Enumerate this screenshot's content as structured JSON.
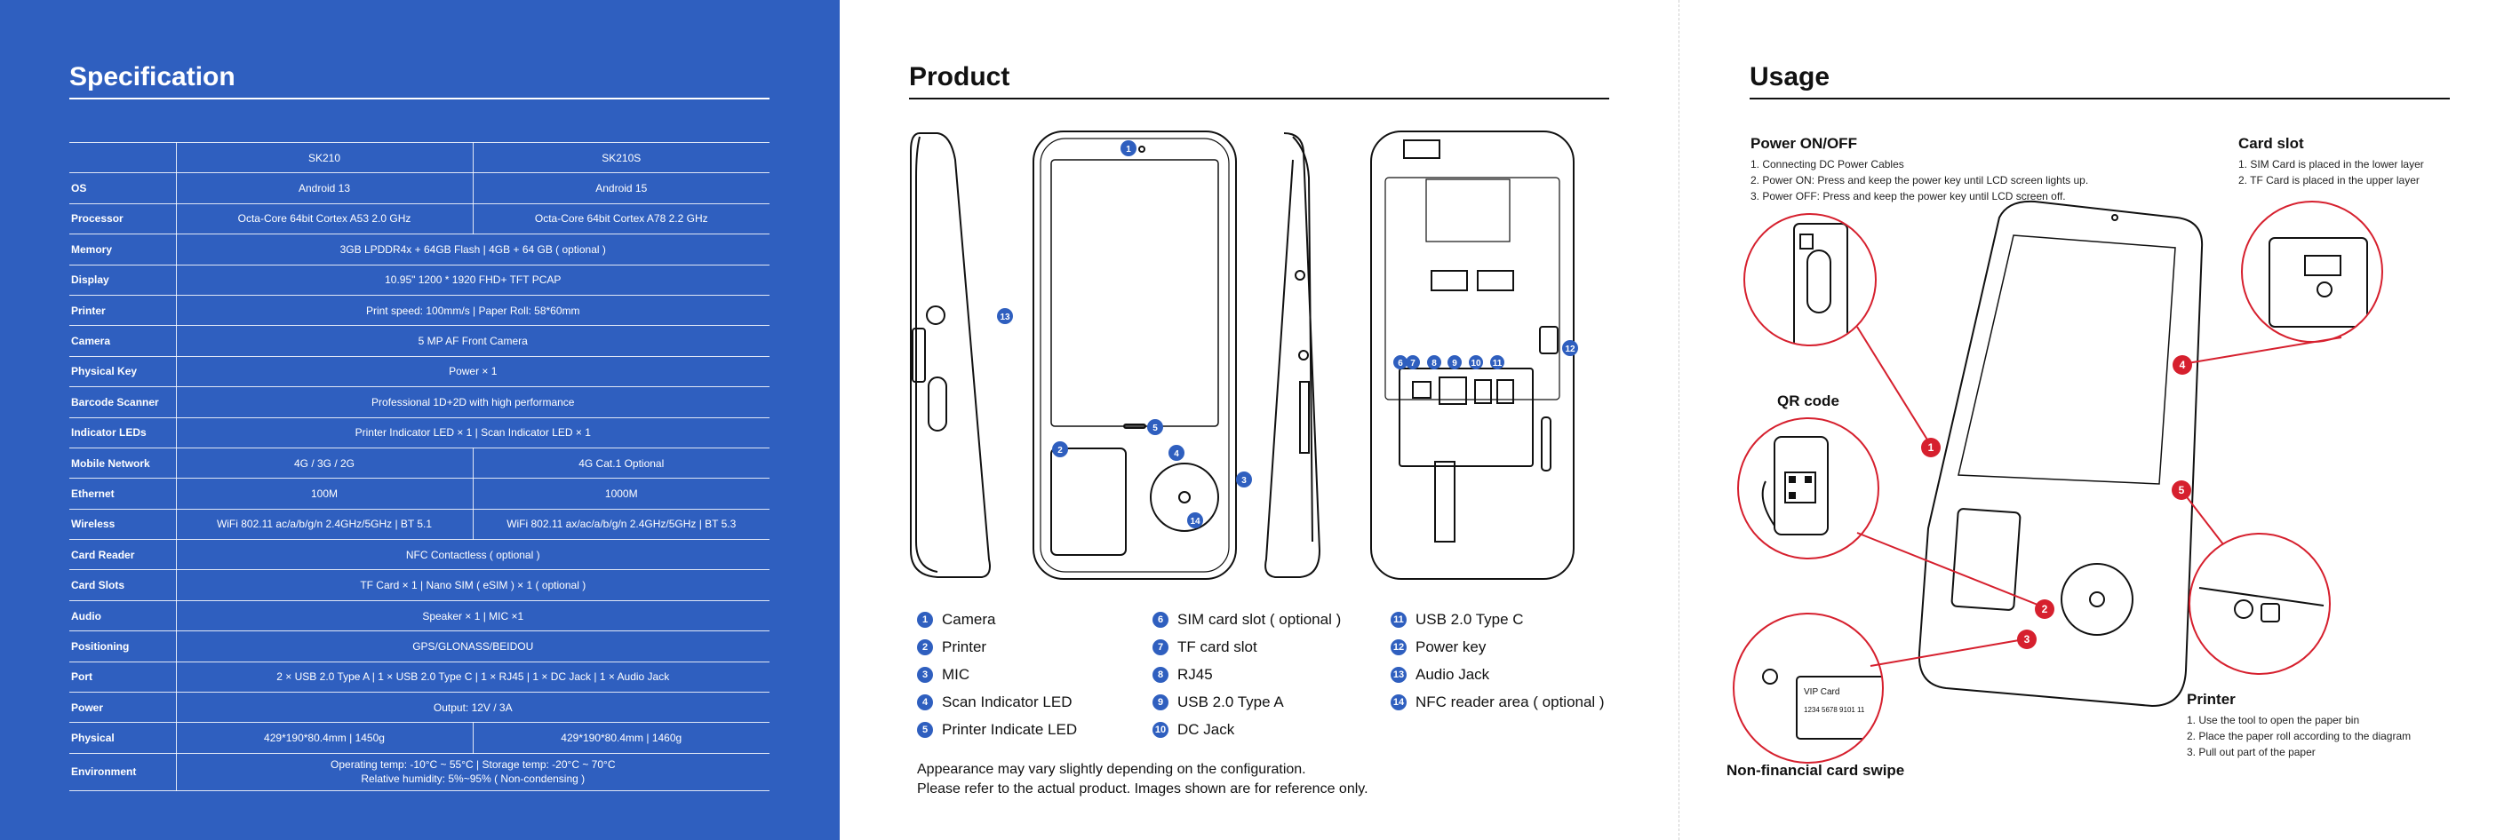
{
  "spec": {
    "title": "Specification",
    "models": [
      "SK210",
      "SK210S"
    ],
    "rows": [
      {
        "label": "OS",
        "a": "Android 13",
        "b": "Android 15"
      },
      {
        "label": "Processor",
        "a": "Octa-Core 64bit Cortex A53 2.0 GHz",
        "b": "Octa-Core 64bit Cortex A78 2.2 GHz"
      },
      {
        "label": "Memory",
        "v": "3GB LPDDR4x + 64GB Flash   |   4GB + 64 GB ( optional )"
      },
      {
        "label": "Display",
        "v": "10.95\" 1200 * 1920 FHD+ TFT PCAP"
      },
      {
        "label": "Printer",
        "v": "Print speed: 100mm/s   |   Paper Roll: 58*60mm"
      },
      {
        "label": "Camera",
        "v": "5 MP AF Front Camera"
      },
      {
        "label": "Physical Key",
        "v": "Power × 1"
      },
      {
        "label": "Barcode Scanner",
        "v": "Professional 1D+2D with high performance"
      },
      {
        "label": "Indicator LEDs",
        "v": "Printer Indicator LED × 1   |   Scan Indicator LED × 1"
      },
      {
        "label": "Mobile Network",
        "a": "4G / 3G / 2G",
        "b": "4G Cat.1 Optional"
      },
      {
        "label": "Ethernet",
        "a": "100M",
        "b": "1000M"
      },
      {
        "label": "Wireless",
        "a": "WiFi 802.11 ac/a/b/g/n 2.4GHz/5GHz   |   BT 5.1",
        "b": "WiFi 802.11 ax/ac/a/b/g/n 2.4GHz/5GHz   |   BT 5.3"
      },
      {
        "label": "Card Reader",
        "v": "NFC Contactless ( optional )"
      },
      {
        "label": "Card Slots",
        "v": "TF Card × 1   |   Nano SIM ( eSIM ) × 1 ( optional )"
      },
      {
        "label": "Audio",
        "v": "Speaker × 1   |   MIC ×1"
      },
      {
        "label": "Positioning",
        "v": "GPS/GLONASS/BEIDOU"
      },
      {
        "label": "Port",
        "v": "2 × USB 2.0 Type A   |   1 × USB 2.0 Type C   |   1 × RJ45   |   1 × DC Jack   |   1 × Audio Jack"
      },
      {
        "label": "Power",
        "v": "Output: 12V / 3A"
      },
      {
        "label": "Physical",
        "a": "429*190*80.4mm   |   1450g",
        "b": "429*190*80.4mm   |   1460g"
      },
      {
        "label": "Environment",
        "v": "Operating temp: -10°C ~ 55°C   |   Storage temp: -20°C ~ 70°C",
        "v2": "Relative humidity: 5%~95% ( Non-condensing )"
      }
    ]
  },
  "product": {
    "title": "Product",
    "legend": [
      {
        "n": "1",
        "label": "Camera"
      },
      {
        "n": "2",
        "label": "Printer"
      },
      {
        "n": "3",
        "label": "MIC"
      },
      {
        "n": "4",
        "label": "Scan Indicator LED"
      },
      {
        "n": "5",
        "label": "Printer Indicate LED"
      },
      {
        "n": "6",
        "label": "SIM card slot ( optional )"
      },
      {
        "n": "7",
        "label": "TF card slot"
      },
      {
        "n": "8",
        "label": "RJ45"
      },
      {
        "n": "9",
        "label": "USB 2.0 Type A"
      },
      {
        "n": "10",
        "label": "DC Jack"
      },
      {
        "n": "11",
        "label": "USB 2.0 Type C"
      },
      {
        "n": "12",
        "label": "Power key"
      },
      {
        "n": "13",
        "label": "Audio Jack"
      },
      {
        "n": "14",
        "label": "NFC reader area ( optional )"
      }
    ],
    "disclaimer_1": "Appearance may vary slightly depending on the configuration.",
    "disclaimer_2": "Please refer to the actual product. Images shown are for reference only."
  },
  "usage": {
    "title": "Usage",
    "power": {
      "heading": "Power ON/OFF",
      "steps": [
        "1. Connecting DC Power Cables",
        "2. Power ON: Press and keep the power key until LCD screen lights up.",
        "3. Power OFF: Press and keep the power key until LCD screen off."
      ]
    },
    "card_slot": {
      "heading": "Card slot",
      "steps": [
        "1. SIM Card is placed in the lower layer",
        "2. TF Card is placed in the upper layer"
      ]
    },
    "qr": {
      "heading": "QR code"
    },
    "printer": {
      "heading": "Printer",
      "steps": [
        "1. Use the tool to open the paper bin",
        "2. Place the paper roll according to the diagram",
        "3. Pull out part of the paper"
      ]
    },
    "nfc": {
      "heading": "Non-financial card swipe"
    },
    "vip_card": {
      "name": "VIP Card",
      "number": "1234  5678  9101  11"
    },
    "callouts": [
      "1",
      "2",
      "3",
      "4",
      "5"
    ]
  },
  "colors": {
    "panel_blue": "#2f5fbf",
    "callout_red": "#d6202e",
    "callout_blue": "#2f5fbf"
  }
}
